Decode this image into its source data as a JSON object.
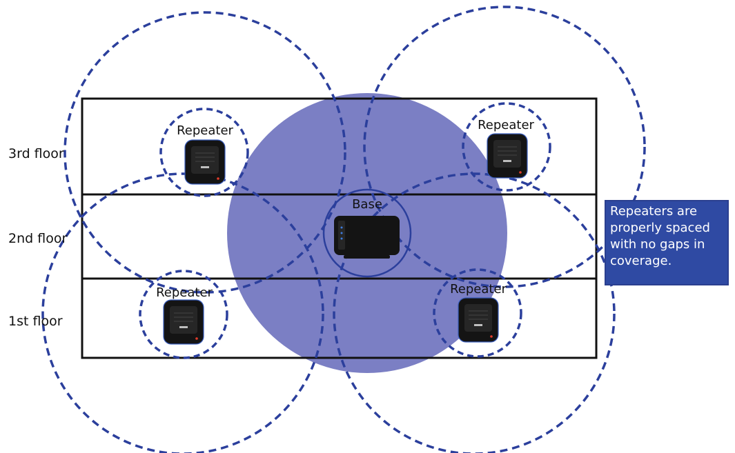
{
  "floors": [
    {
      "id": "3rd",
      "label": "3rd floor"
    },
    {
      "id": "2nd",
      "label": "2nd floor"
    },
    {
      "id": "1st",
      "label": "1st floor"
    }
  ],
  "devices": {
    "base_label": "Base",
    "repeater_label": "Repeater"
  },
  "callout": {
    "text": "Repeaters are properly spaced with no gaps in coverage."
  },
  "colors": {
    "base_coverage_fill": "#7b7fc4",
    "dashed_circle_stroke": "#2b3f9c",
    "building_outline": "#111111",
    "callout_bg": "#2f4aa3",
    "callout_text": "#ffffff",
    "device_body": "#141414"
  }
}
